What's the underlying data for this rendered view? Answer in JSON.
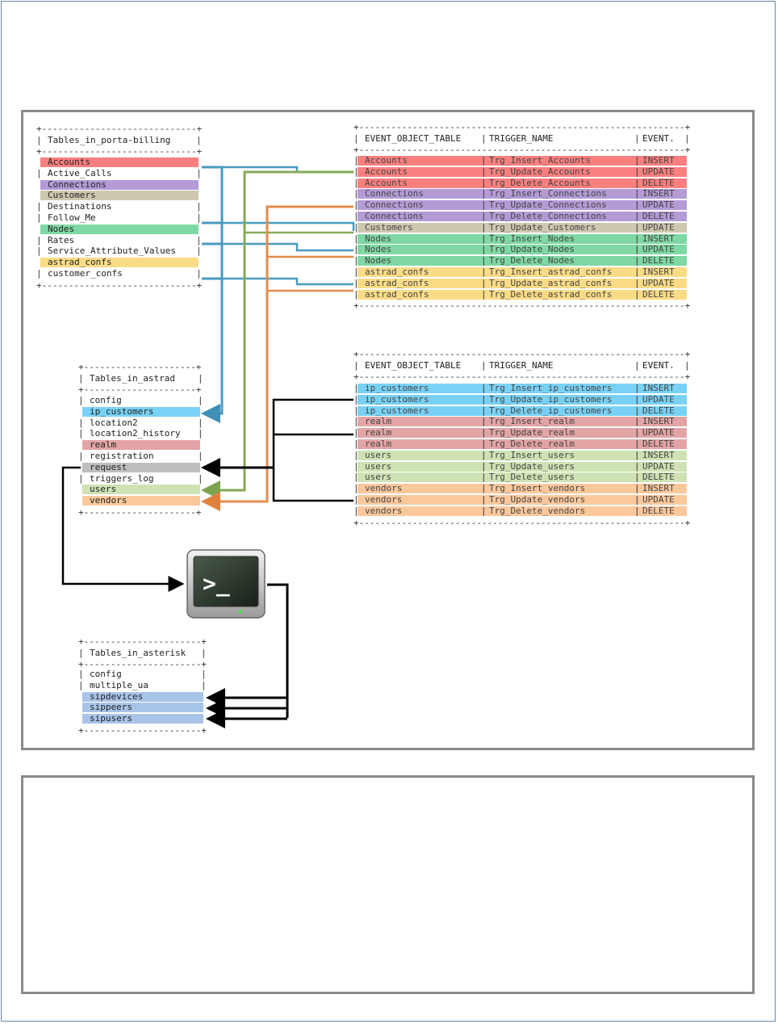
{
  "colors": {
    "red": "#f9807f",
    "purple": "#b49bd6",
    "tan": "#cec8b0",
    "green": "#7fd8a4",
    "yellow": "#fbdc86",
    "cyan": "#79d2f5",
    "pink": "#e3a4a5",
    "lightgreen": "#cfe2b3",
    "peach": "#fbc89c",
    "gray": "#bfbfbf",
    "blue": "#a9c4e9",
    "wire_blue": "#4a9bc1",
    "wire_green": "#86a957",
    "wire_orange": "#e58b4e",
    "wire_black": "#000000"
  },
  "porta_billing": {
    "header": "Tables_in_porta-billing",
    "rows": [
      {
        "name": "Accounts",
        "color": "red"
      },
      {
        "name": "Active_Calls",
        "color": ""
      },
      {
        "name": "Connections",
        "color": "purple"
      },
      {
        "name": "Customers",
        "color": "tan"
      },
      {
        "name": "Destinations",
        "color": ""
      },
      {
        "name": "Follow_Me",
        "color": ""
      },
      {
        "name": "Nodes",
        "color": "green"
      },
      {
        "name": "Rates",
        "color": ""
      },
      {
        "name": "Service_Attribute_Values",
        "color": ""
      },
      {
        "name": "astrad_confs",
        "color": "yellow"
      },
      {
        "name": "customer_confs",
        "color": ""
      }
    ]
  },
  "astrad": {
    "header": "Tables_in_astrad",
    "rows": [
      {
        "name": "config",
        "color": ""
      },
      {
        "name": "ip_customers",
        "color": "cyan"
      },
      {
        "name": "location2",
        "color": ""
      },
      {
        "name": "location2_history",
        "color": ""
      },
      {
        "name": "realm",
        "color": "pink"
      },
      {
        "name": "registration",
        "color": ""
      },
      {
        "name": "request",
        "color": "gray"
      },
      {
        "name": "triggers_log",
        "color": ""
      },
      {
        "name": "users",
        "color": "lightgreen"
      },
      {
        "name": "vendors",
        "color": "peach"
      }
    ]
  },
  "asterisk": {
    "header": "Tables_in_asterisk",
    "rows": [
      {
        "name": "config",
        "color": ""
      },
      {
        "name": "multiple_ua",
        "color": ""
      },
      {
        "name": "sipdevices",
        "color": "blue"
      },
      {
        "name": "sippeers",
        "color": "blue"
      },
      {
        "name": "sipusers",
        "color": "blue"
      }
    ]
  },
  "triggers_billing": {
    "headers": [
      "EVENT_OBJECT_TABLE",
      "TRIGGER_NAME",
      "EVENT."
    ],
    "rows": [
      {
        "table": "Accounts",
        "trigger": "Trg_Insert_Accounts",
        "event": "INSERT",
        "color": "red"
      },
      {
        "table": "Accounts",
        "trigger": "Trg_Update_Accounts",
        "event": "UPDATE",
        "color": "red"
      },
      {
        "table": "Accounts",
        "trigger": "Trg_Delete_Accounts",
        "event": "DELETE",
        "color": "red"
      },
      {
        "table": "Connections",
        "trigger": "Trg_Insert_Connections",
        "event": "INSERT",
        "color": "purple"
      },
      {
        "table": "Connections",
        "trigger": "Trg_Update_Connections",
        "event": "UPDATE",
        "color": "purple"
      },
      {
        "table": "Connections",
        "trigger": "Trg_Delete_Connections",
        "event": "DELETE",
        "color": "purple"
      },
      {
        "table": "Customers",
        "trigger": "Trg_Update_Customers",
        "event": "UPDATE",
        "color": "tan"
      },
      {
        "table": "Nodes",
        "trigger": "Trg_Insert_Nodes",
        "event": "INSERT",
        "color": "green"
      },
      {
        "table": "Nodes",
        "trigger": "Trg_Update_Nodes",
        "event": "UPDATE",
        "color": "green"
      },
      {
        "table": "Nodes",
        "trigger": "Trg_Delete_Nodes",
        "event": "DELETE",
        "color": "green"
      },
      {
        "table": "astrad_confs",
        "trigger": "Trg_Insert_astrad_confs",
        "event": "INSERT",
        "color": "yellow"
      },
      {
        "table": "astrad_confs",
        "trigger": "Trg_Update_astrad_confs",
        "event": "UPDATE",
        "color": "yellow"
      },
      {
        "table": "astrad_confs",
        "trigger": "Trg_Delete_astrad_confs",
        "event": "DELETE",
        "color": "yellow"
      }
    ]
  },
  "triggers_astrad": {
    "headers": [
      "EVENT_OBJECT_TABLE",
      "TRIGGER_NAME",
      "EVENT."
    ],
    "rows": [
      {
        "table": "ip_customers",
        "trigger": "Trg_Insert_ip_customers",
        "event": "INSERT",
        "color": "cyan"
      },
      {
        "table": "ip_customers",
        "trigger": "Trg_Update_ip_customers",
        "event": "UPDATE",
        "color": "cyan"
      },
      {
        "table": "ip_customers",
        "trigger": "Trg_Delete_ip_customers",
        "event": "DELETE",
        "color": "cyan"
      },
      {
        "table": "realm",
        "trigger": "Trg_Insert_realm",
        "event": "INSERT",
        "color": "pink"
      },
      {
        "table": "realm",
        "trigger": "Trg_Update_realm",
        "event": "UPDATE",
        "color": "pink"
      },
      {
        "table": "realm",
        "trigger": "Trg_Delete_realm",
        "event": "DELETE",
        "color": "pink"
      },
      {
        "table": "users",
        "trigger": "Trg_Insert_users",
        "event": "INSERT",
        "color": "lightgreen"
      },
      {
        "table": "users",
        "trigger": "Trg_Update_users",
        "event": "UPDATE",
        "color": "lightgreen"
      },
      {
        "table": "users",
        "trigger": "Trg_Delete_users",
        "event": "DELETE",
        "color": "lightgreen"
      },
      {
        "table": "vendors",
        "trigger": "Trg_Insert_vendors",
        "event": "INSERT",
        "color": "peach"
      },
      {
        "table": "vendors",
        "trigger": "Trg_Update_vendors",
        "event": "UPDATE",
        "color": "peach"
      },
      {
        "table": "vendors",
        "trigger": "Trg_Delete_vendors",
        "event": "DELETE",
        "color": "peach"
      }
    ]
  },
  "terminal": {
    "icon": "terminal-icon",
    "prompt": ">_"
  }
}
